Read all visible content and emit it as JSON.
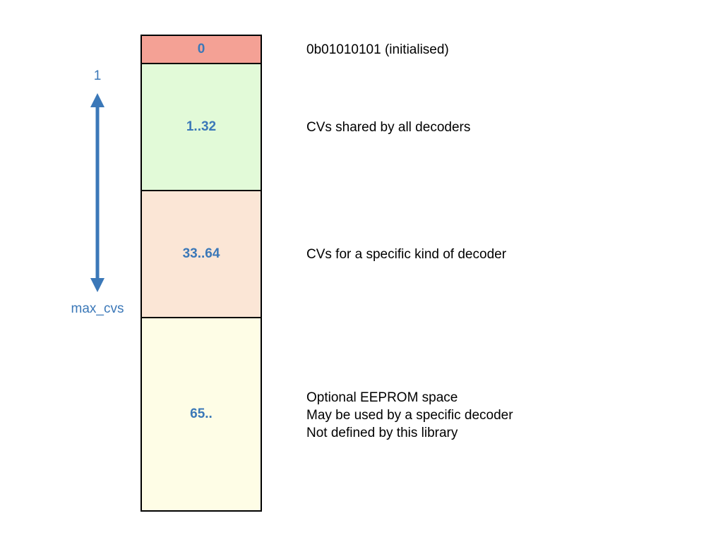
{
  "colors": {
    "accent": "#3b78b8",
    "border": "#000000",
    "cv0_fill": "#f4a195",
    "cv1_fill": "#e2fad8",
    "cv2_fill": "#fbe6d6",
    "cv3_fill": "#fefde6"
  },
  "blocks": [
    {
      "label": "0",
      "description": [
        "0b01010101 (initialised)"
      ]
    },
    {
      "label": "1..32",
      "description": [
        "CVs shared by all decoders"
      ]
    },
    {
      "label": "33..64",
      "description": [
        "CVs for a specific kind of decoder"
      ]
    },
    {
      "label": "65..",
      "description": [
        "Optional EEPROM space",
        "May be used by a specific decoder",
        "Not defined by this library"
      ]
    }
  ],
  "range": {
    "top_label": "1",
    "bottom_label": "max_cvs"
  }
}
